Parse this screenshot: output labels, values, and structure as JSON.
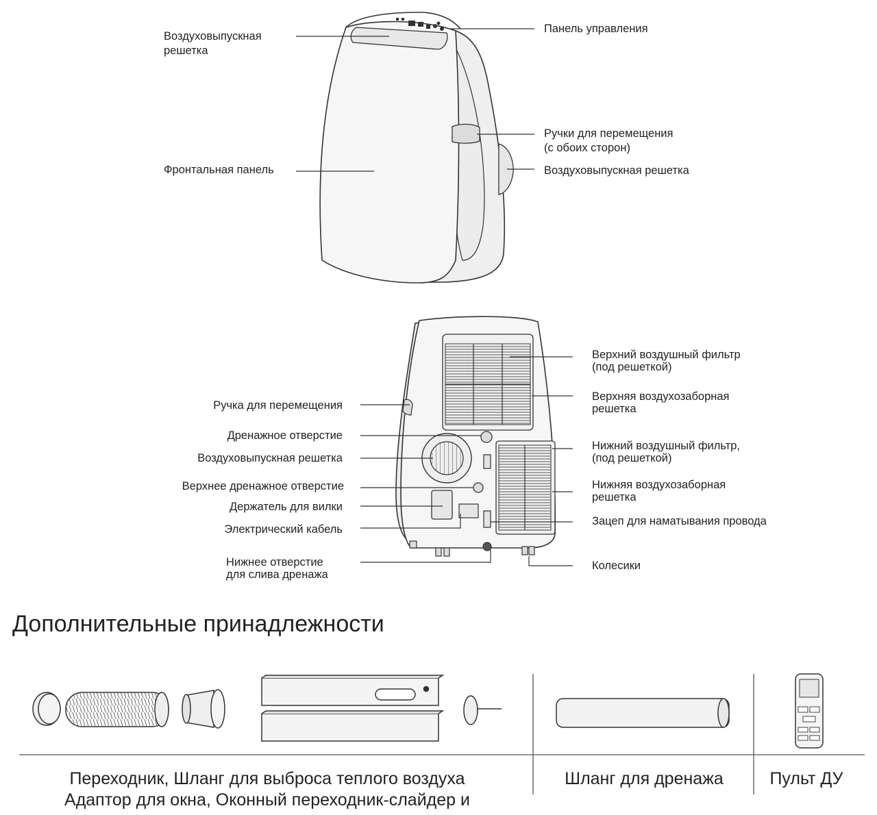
{
  "front_view": {
    "labels": {
      "air_outlet_top": [
        "Воздуховыпускная",
        "решетка"
      ],
      "control_panel": "Панель управления",
      "handles": [
        "Ручки для перемещения",
        "(с обоих сторон)"
      ],
      "air_outlet_side": "Воздуховыпускная решетка",
      "front_panel": "Фронтальная панель"
    }
  },
  "back_view": {
    "labels": {
      "upper_filter": [
        "Верхний воздушный фильтр",
        "(под решеткой)"
      ],
      "upper_intake": [
        "Верхняя воздухозаборная",
        "решетка"
      ],
      "lower_filter": [
        "Нижний воздушный фильтр,",
        "(под решеткой)"
      ],
      "lower_intake": [
        "Нижняя воздухозаборная",
        "решетка"
      ],
      "cord_hook": "Зацеп для наматывания провода",
      "wheels": "Колесики",
      "handle": "Ручка для перемещения",
      "drain_hole": "Дренажное отверстие",
      "air_outlet": "Воздуховыпускная решетка",
      "upper_drain": "Верхнее дренажное отверстие",
      "plug_holder": "Держатель для вилки",
      "power_cable": "Электрический кабель",
      "bottom_drain": [
        "Нижнее отверстие",
        "для слива дренажа"
      ]
    }
  },
  "accessories": {
    "title": "Дополнительные принадлежности",
    "captions": {
      "kit": [
        "Переходник, Шланг для выброса теплого воздуха",
        "Адаптор для окна, Оконный переходник-слайдер и"
      ],
      "drain_hose": "Шланг для дренажа",
      "remote": "Пульт ДУ"
    }
  },
  "colors": {
    "line": "#333333",
    "body_fill": "#f4f4f4",
    "shade": "#e2e2e2"
  }
}
